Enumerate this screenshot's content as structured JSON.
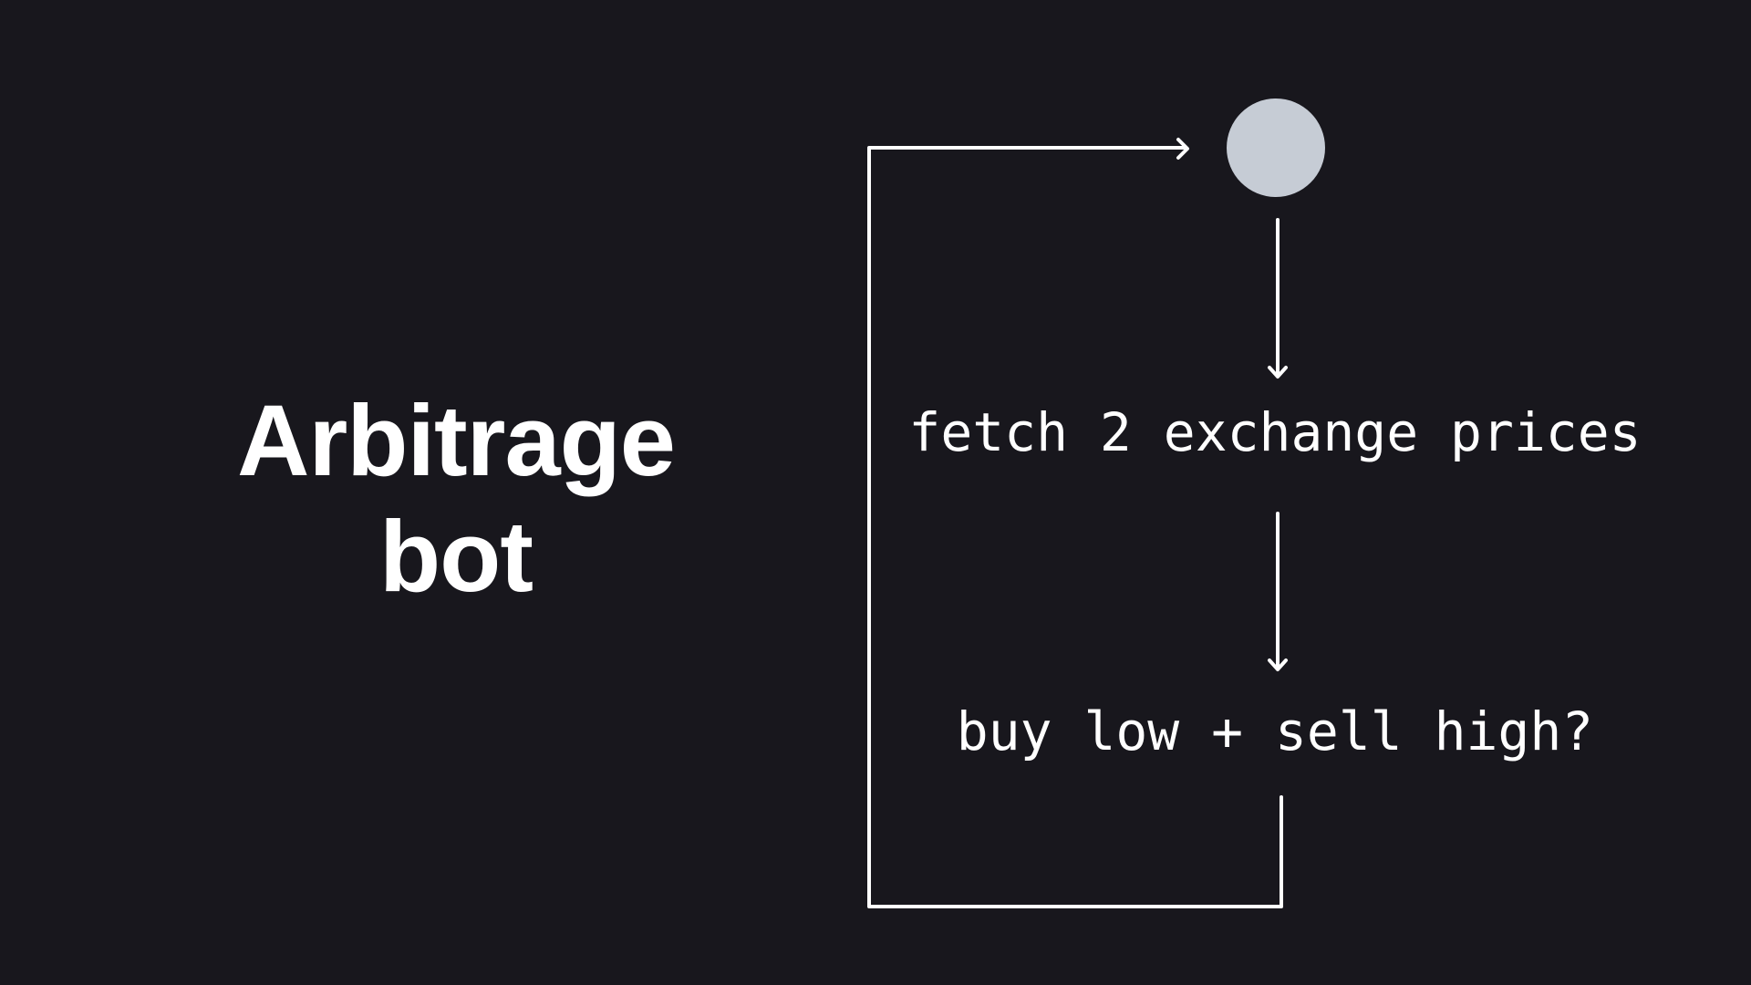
{
  "title": {
    "line1": "Arbitrage",
    "line2": "bot"
  },
  "flow": {
    "steps": [
      {
        "label": "fetch 2 exchange prices"
      },
      {
        "label": "buy low + sell high?"
      }
    ]
  },
  "colors": {
    "background": "#18171d",
    "foreground": "#ffffff",
    "start_node": "#c6ccd5"
  }
}
